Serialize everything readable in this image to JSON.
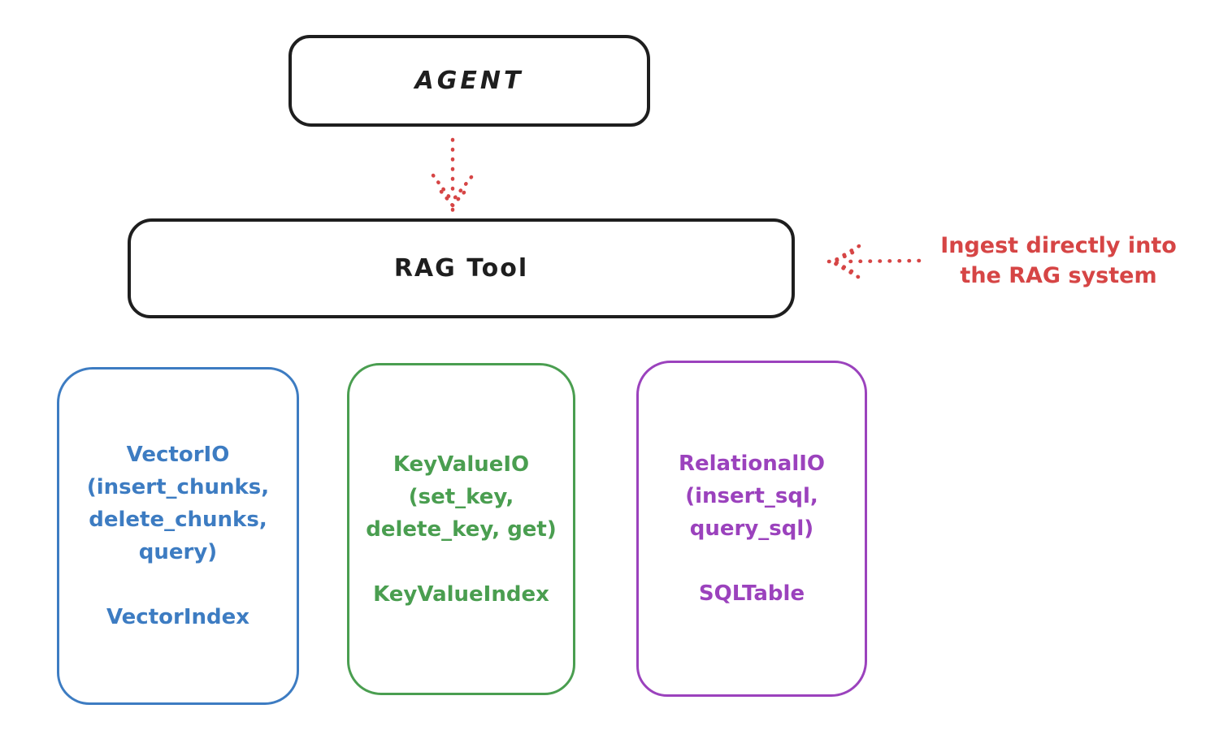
{
  "canvas": {
    "background": "#ffffff"
  },
  "palette": {
    "ink": "#1e1e1e",
    "red": "#d64545",
    "blue": "#3d7cc2",
    "green": "#4a9e50",
    "purple": "#9b42bd"
  },
  "nodes": {
    "agent": {
      "label": "AGENT"
    },
    "rag_tool": {
      "label": "RAG Tool"
    },
    "vector_io": {
      "title": "VectorIO",
      "methods": "(insert_chunks,\ndelete_chunks,\nquery)",
      "index": "VectorIndex",
      "color": "#3d7cc2"
    },
    "key_value_io": {
      "title": "KeyValueIO",
      "methods": "(set_key,\ndelete_key, get)",
      "index": "KeyValueIndex",
      "color": "#4a9e50"
    },
    "relational_io": {
      "title": "RelationalIO",
      "methods": "(insert_sql,\nquery_sql)",
      "index": "SQLTable",
      "color": "#9b42bd"
    }
  },
  "annotation": {
    "text": "Ingest directly into\nthe RAG system",
    "color": "#d64545"
  },
  "arrows": {
    "color": "#d64545",
    "agent_to_rag_tool": "dotted arrow down from AGENT to RAG Tool",
    "annotation_to_rag_tool": "dotted arrow left from annotation to RAG Tool"
  }
}
